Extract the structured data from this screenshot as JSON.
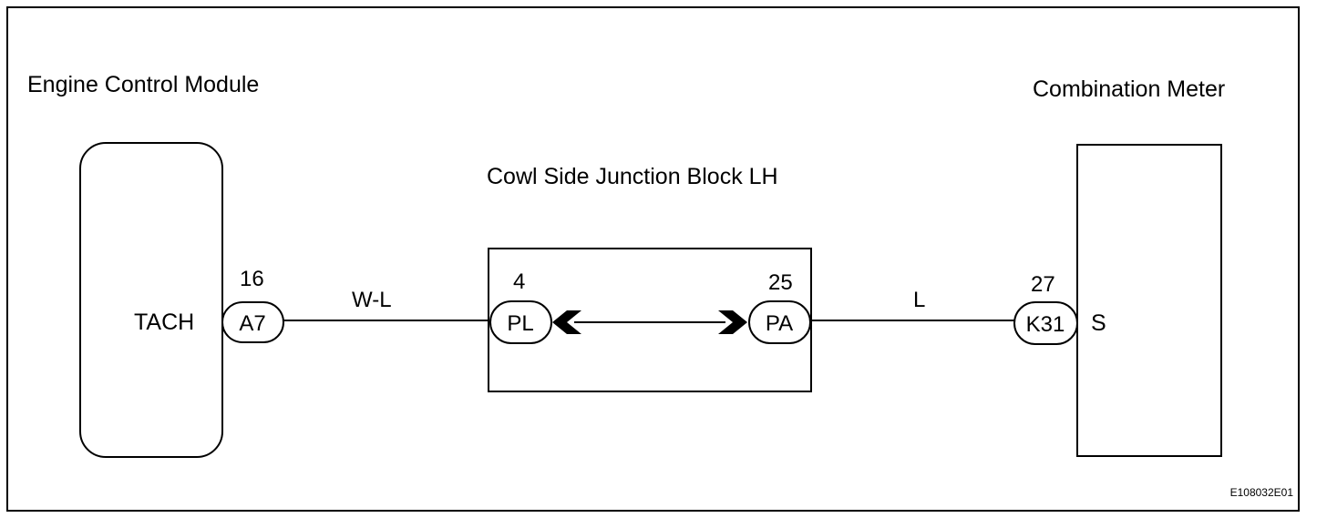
{
  "components": {
    "ecm": {
      "label": "Engine Control Module",
      "terminal": "TACH"
    },
    "junction_block": {
      "label": "Cowl Side Junction Block LH"
    },
    "combination_meter": {
      "label": "Combination Meter",
      "terminal": "S"
    }
  },
  "connectors": {
    "ecm_a7": {
      "label": "A7",
      "pin": "16"
    },
    "jb_pl": {
      "label": "PL",
      "pin": "4"
    },
    "jb_pa": {
      "label": "PA",
      "pin": "25"
    },
    "meter_k31": {
      "label": "K31",
      "pin": "27"
    }
  },
  "wires": {
    "ecm_to_jb": {
      "color_code": "W-L"
    },
    "jb_to_meter": {
      "color_code": "L"
    }
  },
  "figure_code": "E108032E01"
}
